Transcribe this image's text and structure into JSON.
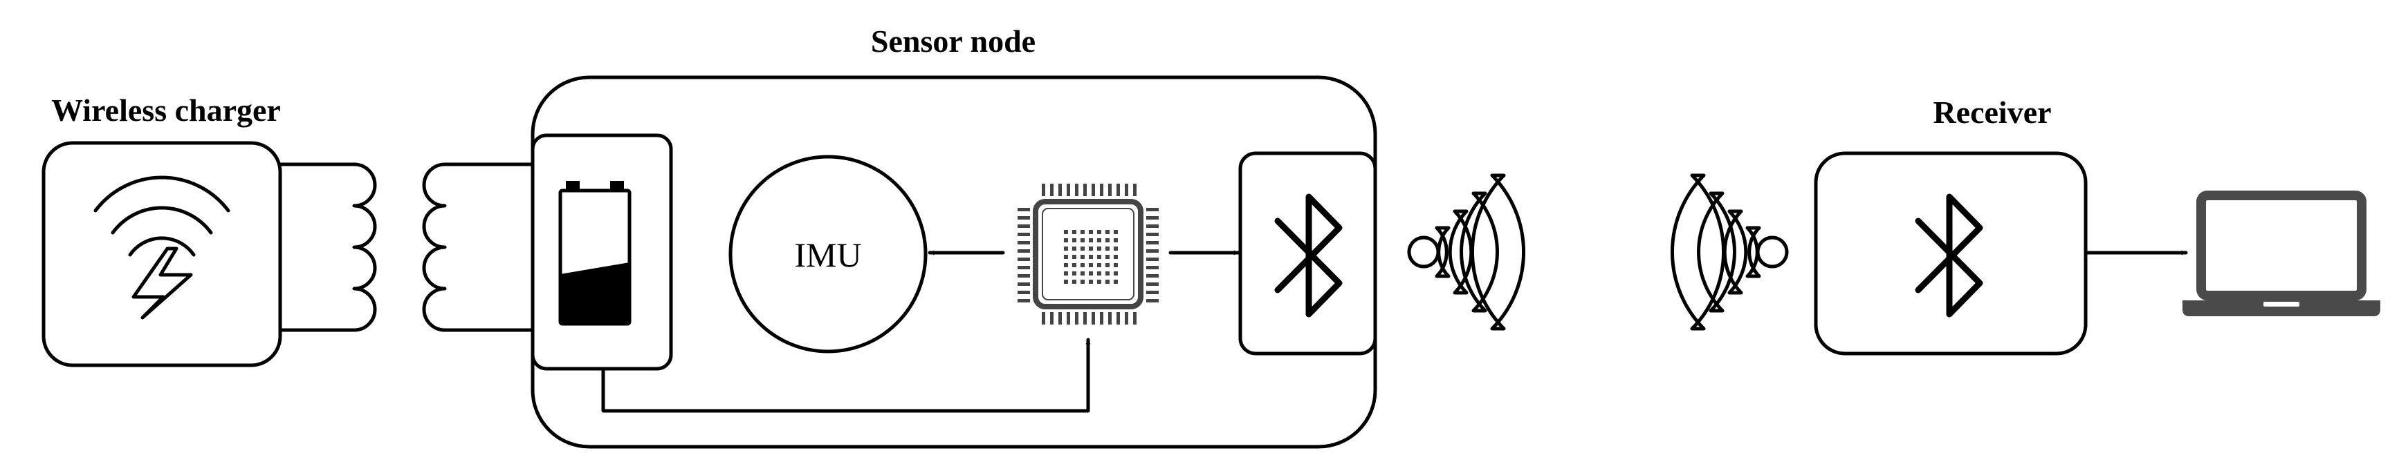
{
  "labels": {
    "wireless_charger": "Wireless charger",
    "sensor_node": "Sensor node",
    "receiver": "Receiver",
    "imu": "IMU"
  },
  "icons": {
    "charger": "wireless-charging-icon",
    "battery": "battery-icon",
    "microcontroller": "microcontroller-chip-icon",
    "bluetooth": "bluetooth-icon",
    "radio_waves": "radio-waves-icon",
    "laptop": "laptop-icon"
  },
  "colors": {
    "stroke": "#000000",
    "chip": "#444444",
    "laptop": "#4a4a4a",
    "background": "#ffffff"
  }
}
